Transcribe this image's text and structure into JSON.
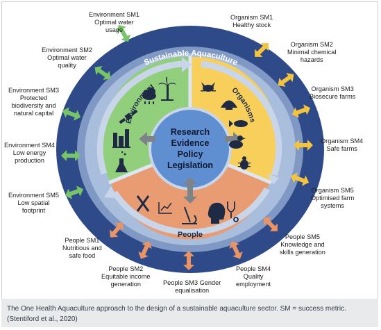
{
  "ring_title": "Sustainable Aquaculture",
  "center": {
    "lines": [
      "Research",
      "Evidence",
      "Policy",
      "Legislation"
    ]
  },
  "sectors": {
    "environment": "Environment",
    "organisms": "Organisms",
    "people": "People"
  },
  "environment_metrics": [
    {
      "title": "Environment SM1",
      "text": [
        "Optimal water",
        "usage"
      ]
    },
    {
      "title": "Environment SM2",
      "text": [
        "Optimal water",
        "quality"
      ]
    },
    {
      "title": "Environment SM3",
      "text": [
        "Protected",
        "biodiversity and",
        "natural capital"
      ]
    },
    {
      "title": "Environment SM4",
      "text": [
        "Low energy",
        "production"
      ]
    },
    {
      "title": "Environment SM5",
      "text": [
        "Low spatial",
        "footprint"
      ]
    }
  ],
  "organism_metrics": [
    {
      "title": "Organism SM1",
      "text": [
        "Healthy stock"
      ]
    },
    {
      "title": "Organism SM2",
      "text": [
        "Minimal chemical",
        "hazards"
      ]
    },
    {
      "title": "Organism SM3",
      "text": [
        "Biosecure farms"
      ]
    },
    {
      "title": "Organism SM4",
      "text": [
        "Safe farms"
      ]
    },
    {
      "title": "Organism SM5",
      "text": [
        "Optimised farm",
        "systems"
      ]
    }
  ],
  "people_metrics": [
    {
      "title": "People SM1",
      "text": [
        "Nutritious and",
        "safe food"
      ]
    },
    {
      "title": "People SM2",
      "text": [
        "Equitable income",
        "generation"
      ]
    },
    {
      "title": "People SM3 Gender",
      "text": [
        "equalisation"
      ]
    },
    {
      "title": "People SM4",
      "text": [
        "Quality",
        "employment"
      ]
    },
    {
      "title": "People SM5",
      "text": [
        "Knowledge and",
        "skills generation"
      ]
    }
  ],
  "caption": "The One Health Aquaculture approach to the design of a sustainable aquaculture sector. SM = success metric. (Stentiford et al., 2020)",
  "colors": {
    "ring_dark": "#2f4a88",
    "ring_inner": "#9db4d8",
    "environment": "#92cf7c",
    "organisms": "#f7cf5a",
    "people": "#e99c72",
    "center": "#5f8fd1",
    "arrow_green": "#78c468",
    "arrow_yellow": "#f4c43f",
    "arrow_orange": "#ea9465",
    "arrow_gray": "#7e8389"
  },
  "icons": {
    "environment": [
      "cloud-rain-icon",
      "palm-tree-icon",
      "satellite-icon",
      "factory-icon",
      "flask-icon"
    ],
    "organisms": [
      "crab-icon",
      "shell-icon",
      "fish-icon",
      "duck-icon",
      "bug-icon"
    ],
    "people": [
      "cutlery-icon",
      "chart-icon",
      "microscope-icon",
      "head-brain-icon",
      "stethoscope-icon"
    ]
  }
}
